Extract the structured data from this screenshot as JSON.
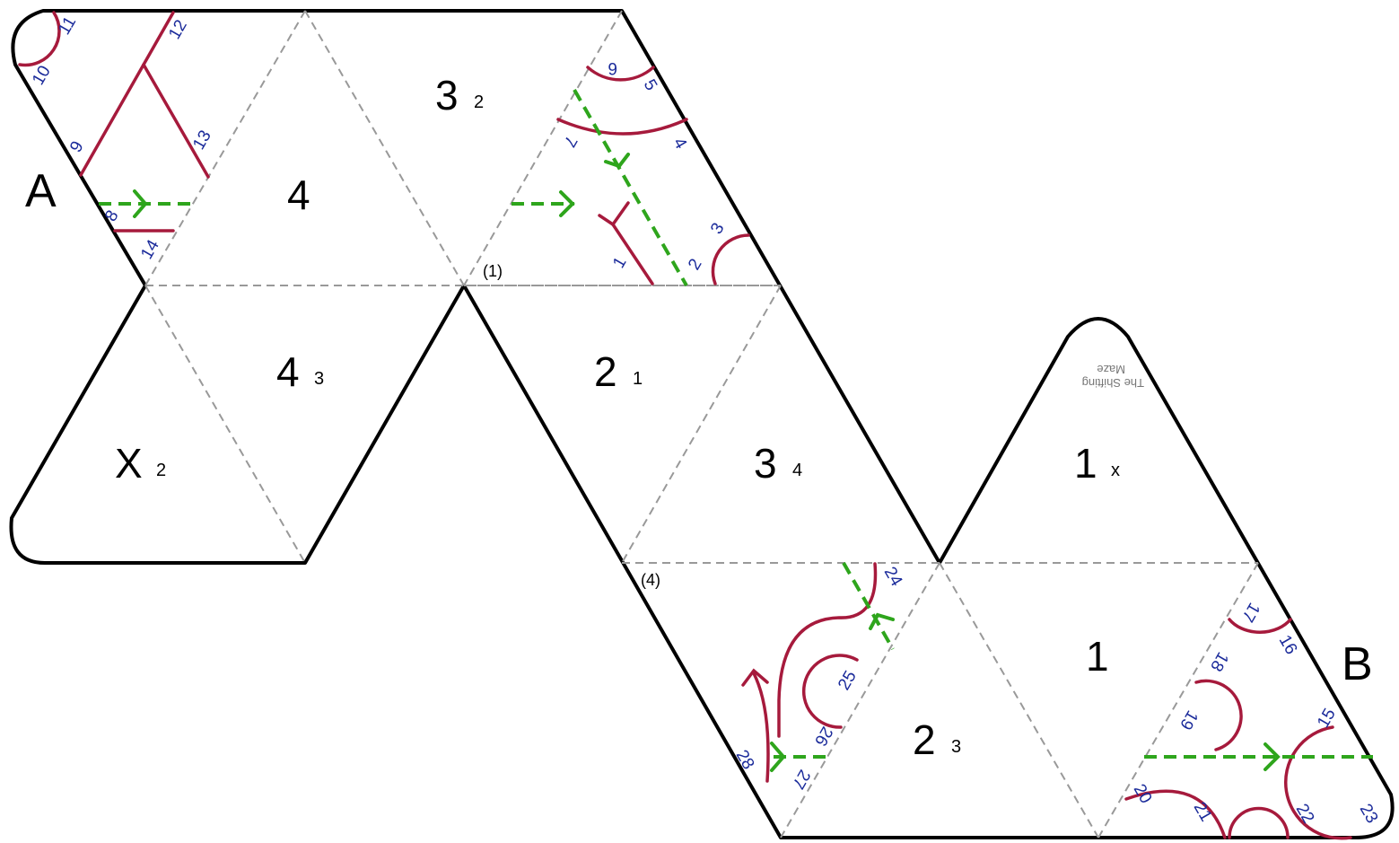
{
  "corners": {
    "a": "A",
    "b": "B"
  },
  "faces": [
    {
      "id": "top-4",
      "main": "4",
      "sub": ""
    },
    {
      "id": "top-3",
      "main": "3",
      "sub": "2"
    },
    {
      "id": "left-4",
      "main": "4",
      "sub": "3"
    },
    {
      "id": "left-x",
      "main": "X",
      "sub": "2"
    },
    {
      "id": "mid-2",
      "main": "2",
      "sub": "1"
    },
    {
      "id": "mid-3",
      "main": "3",
      "sub": "4"
    },
    {
      "id": "right-1x",
      "main": "1",
      "sub": "x"
    },
    {
      "id": "right-1",
      "main": "1",
      "sub": ""
    },
    {
      "id": "bottom-2",
      "main": "2",
      "sub": "3"
    }
  ],
  "vertex_labels": {
    "v1": "(1)",
    "v4": "(4)"
  },
  "path_numbers": [
    "1",
    "2",
    "3",
    "4",
    "5",
    "6",
    "7",
    "8",
    "9",
    "10",
    "11",
    "12",
    "13",
    "14",
    "15",
    "16",
    "17",
    "18",
    "19",
    "20",
    "21",
    "22",
    "23",
    "24",
    "25",
    "26",
    "27",
    "28"
  ],
  "credit": {
    "line1": "The Shifting",
    "line2": "Maze"
  },
  "colors": {
    "outline": "#000000",
    "fold": "#999999",
    "maze_path": "#a61a3c",
    "jump_arrow": "#2ea51c",
    "numbers": "#1a2a9a"
  }
}
